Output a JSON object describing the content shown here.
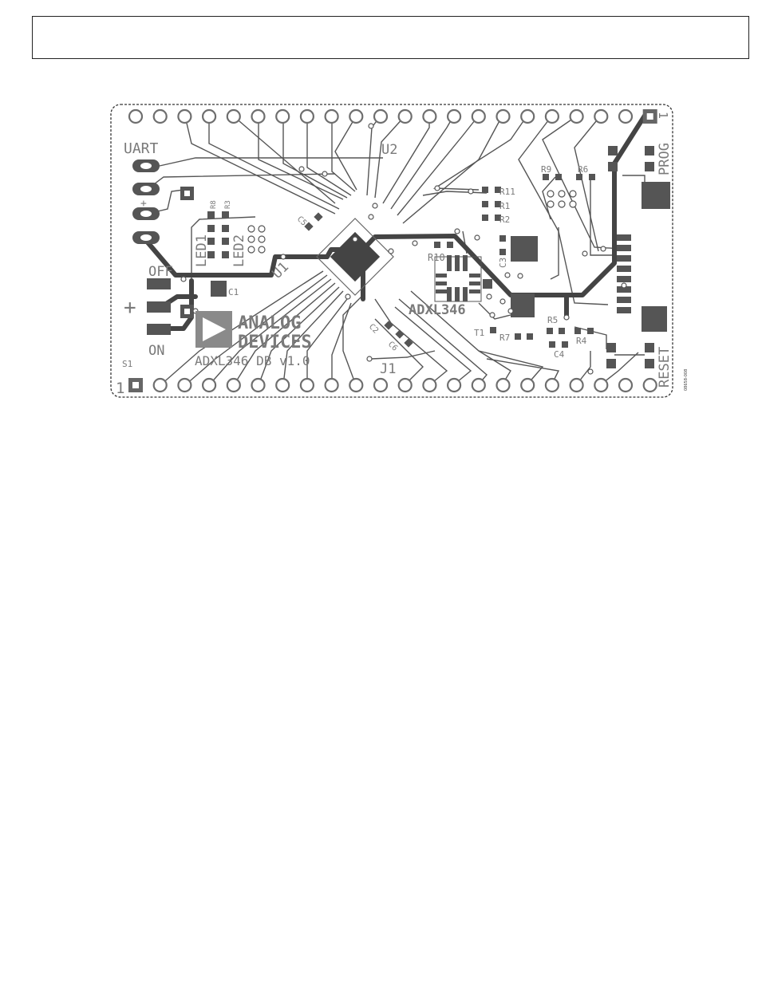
{
  "header": {
    "text": ""
  },
  "board": {
    "left_labels": {
      "uart": "UART",
      "off": "OFF",
      "on": "ON",
      "plus": "+",
      "switch": "S1",
      "pin_one": "1"
    },
    "right_labels": {
      "prog": "PROG",
      "reset": "RESET",
      "pin_marker": "1"
    },
    "leds": {
      "led1": "LED1",
      "led2": "LED2"
    },
    "ic_labels": {
      "u1": "U1",
      "u2": "U2",
      "j1": "J1",
      "t1": "T1",
      "device": "ADXL346"
    },
    "components": {
      "c1": "C1",
      "c2": "C2",
      "c3": "C3",
      "c4": "C4",
      "c5": "C5",
      "c6": "C6",
      "r1": "R1",
      "r2": "R2",
      "r3": "R3",
      "r4": "R4",
      "r5": "R5",
      "r6": "R6",
      "r7": "R7",
      "r8": "R8",
      "r9": "R9",
      "r10": "R10",
      "r11": "R11"
    },
    "logo": {
      "line1": "ANALOG",
      "line2": "DEVICES"
    },
    "board_name": "ADXL346 DB v1.0",
    "figure_id": "08658-008"
  },
  "colors": {
    "silkscreen": "#7a7a7a",
    "copper": "#555555",
    "outline": "#333333"
  }
}
